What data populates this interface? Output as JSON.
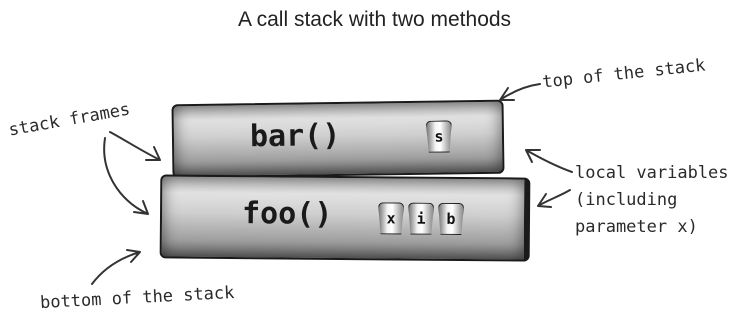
{
  "title": "A call stack with two methods",
  "frames": {
    "top": {
      "method": "bar()",
      "variables": [
        "s"
      ]
    },
    "bottom": {
      "method": "foo()",
      "variables": [
        "x",
        "i",
        "b"
      ]
    }
  },
  "annotations": {
    "top_of_stack": "top of the stack",
    "stack_frames": "stack frames",
    "local_variables": [
      "local variables",
      "(including",
      "parameter x)"
    ],
    "bottom_of_stack": "bottom of the stack"
  }
}
